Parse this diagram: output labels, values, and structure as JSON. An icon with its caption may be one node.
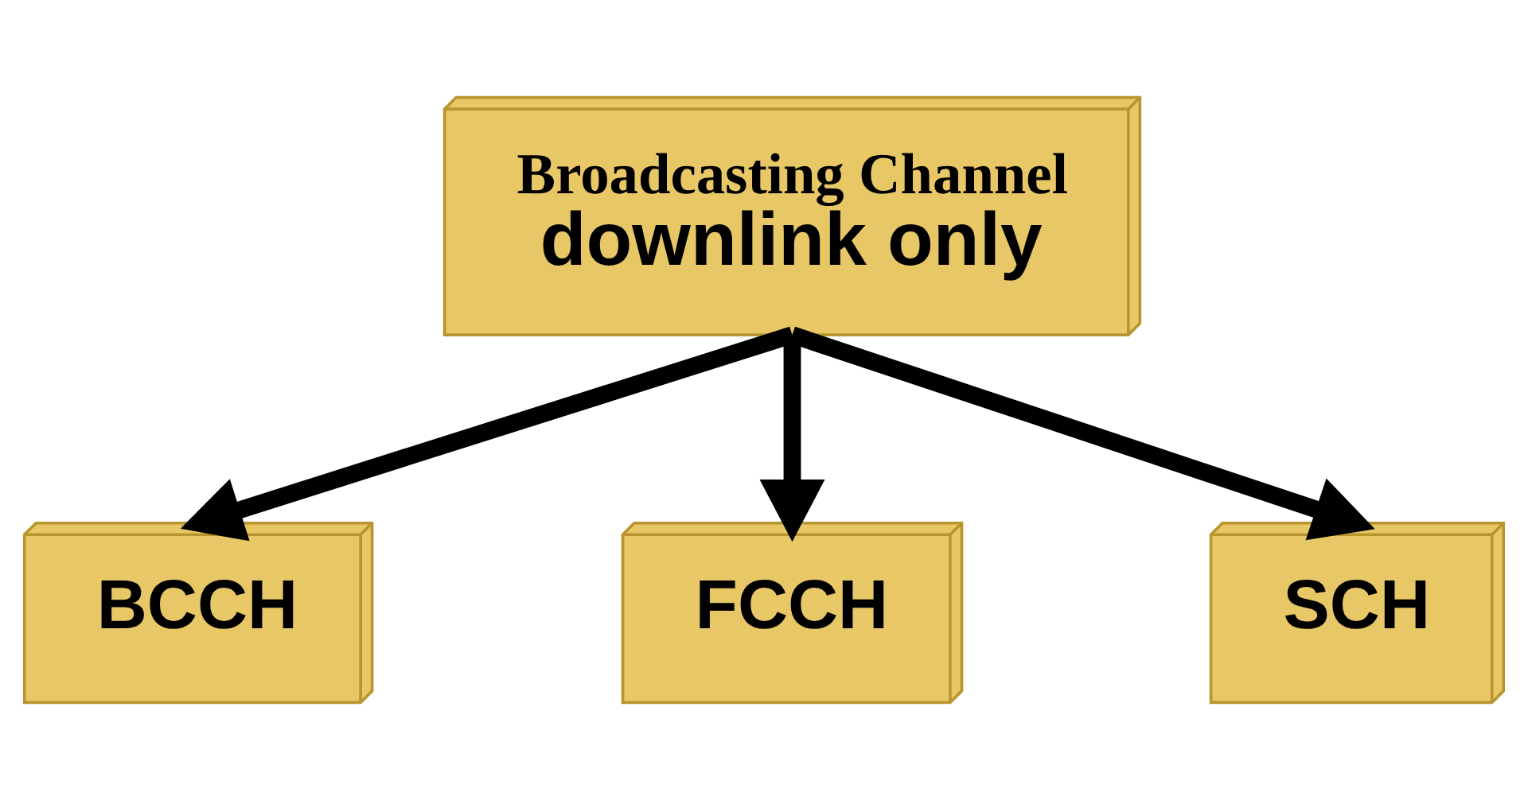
{
  "diagram": {
    "nodes": [
      {
        "text": [
          "Broadcasting Channel",
          "downlink only"
        ]
      },
      {
        "text": [
          "BCCH"
        ]
      },
      {
        "text": [
          "FCCH"
        ]
      },
      {
        "text": [
          "SCH"
        ]
      }
    ],
    "edges": [
      {
        "from": 0,
        "to": 1,
        "arrow": "to"
      },
      {
        "from": 0,
        "to": 2,
        "arrow": "to"
      },
      {
        "from": 0,
        "to": 3,
        "arrow": "to"
      }
    ]
  }
}
